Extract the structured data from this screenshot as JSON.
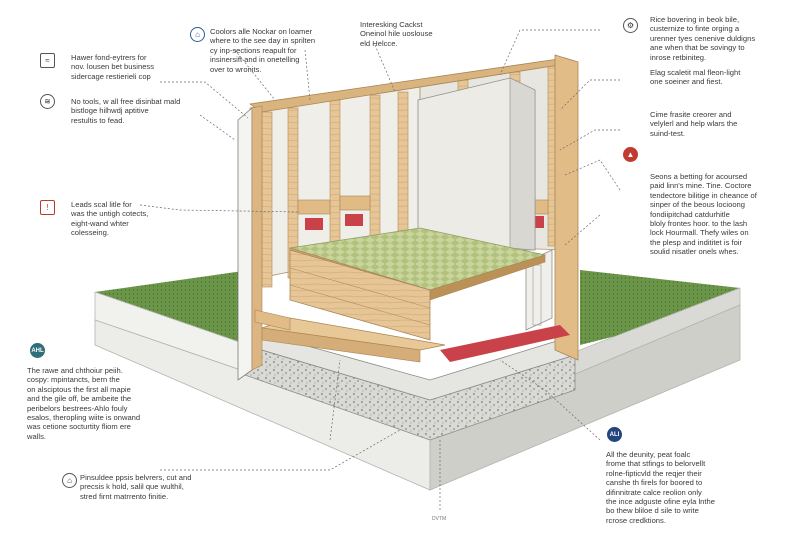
{
  "callouts": [
    {
      "id": "c1",
      "icon": "waves-icon",
      "text": "Hawer fond-eytrers for\nnov. lousen bet business\nsidercage restierieli cop"
    },
    {
      "id": "c2",
      "icon": "waves-icon",
      "text": "No tools, w all free disinbat mald\nbistloge hilhwdj aptitive\nrestultis to fead."
    },
    {
      "id": "c3",
      "icon": "alert-icon",
      "text": "Leads scal litle for\nwas the untigh cotects,\neight-wand whter\ncolesseing."
    },
    {
      "id": "c4",
      "icon": "home-icon",
      "text": "Coolors alle Nockar on loamer\nwhere to the see day in sprilten\ncy inp-sections reapult for\ninsinersift and in onetelling\nover to wronits."
    },
    {
      "id": "c5",
      "icon": "none",
      "text": "Interesking Cackst\nOneinol hile uoslouse\neld Helcce."
    },
    {
      "id": "c6",
      "icon": "settings-icon",
      "text": "Rice bovering in beok bile,\ncusternize to finte orging a\nurenner tyes cenenive duldigns\nane when that be sovingy to\ninrose retbiniteg."
    },
    {
      "id": "c7",
      "icon": "none",
      "text": "Elag scaletit mal fleon-light\none soeiner and fiest."
    },
    {
      "id": "c8",
      "icon": "none",
      "text": "Cime frasite creorer and\nvelylerl and help wlars the\nsuind-test."
    },
    {
      "id": "c9",
      "icon": "warning-icon",
      "text": "Seons a betting for acoursed\npaid linn's mine. Tine. Coctore\ntendectore bilitige in cheance of\nsinper of the beous locioong\nfondiipitchad catdurhitle\nbloly frontes hoor. to the lash\nlock Hourmall. Thefy wiles on\nthe plesp and indititet is foir\nsoulid nisatler onels whes."
    },
    {
      "id": "c10",
      "icon": "label-icon",
      "badge": "AHL",
      "text": "The rawe and chthoiur peiih.\ncospy: mpintancts, bern the\non alsciptous the first all mapie\nand the gile off, be ambeite the\nperibelors bestrees-Ahlo fouly\nesalos, theropling wiite is onwand\nwas cetione socturtity fliom ere\nwalls."
    },
    {
      "id": "c11",
      "icon": "label-icon",
      "badge": "ALI",
      "text": "All the deunity, peat foalc\nfrome that stfings to belorvellt\nrolne-fipticvld the reqjer their\ncanshe th firels for boored to\ndifinnitrate calce reolion only\nthe ince adguste ofine eyla lnthe\nbo thew bliloe d sile to write\nrcrose credktions."
    },
    {
      "id": "c12",
      "icon": "home-icon",
      "text": "Pinsuldee ppsis belvrers, cut and\nprecsis k hold, salil que wulthil,\nstred firnt matrrento finitie."
    }
  ],
  "footer_label": "DVTM",
  "colors": {
    "wood": "#e3c08f",
    "wood_dark": "#c79d66",
    "grass": "#5e8a3f",
    "concrete": "#e9e9e6",
    "insulation_red": "#c9424a",
    "panel": "#ecebe6",
    "mesh": "#b9c98a",
    "gravel": "#cfcfcb"
  }
}
